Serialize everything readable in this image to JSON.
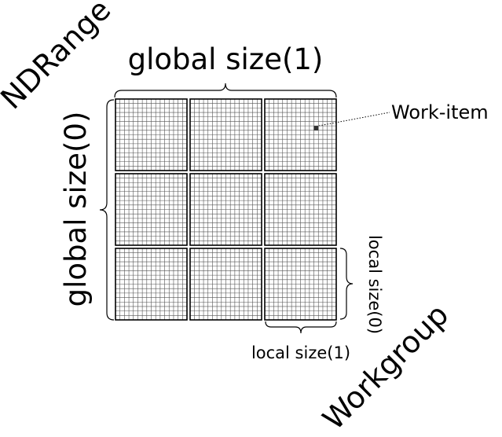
{
  "labels": {
    "ndrange": "NDRange",
    "global_size_1": "global size(1)",
    "global_size_0": "global size(0)",
    "work_item": "Work-item",
    "local_size_0": "local size(0)",
    "local_size_1": "local size(1)",
    "workgroup": "Workgroup"
  },
  "grid": {
    "workgroup_rows": 3,
    "workgroup_cols": 3,
    "cells_per_workgroup_side": 16,
    "highlighted_item": {
      "workgroup_row": 0,
      "workgroup_col": 2,
      "item_row": 6,
      "item_col": 11
    }
  },
  "colors": {
    "line": "#000000",
    "fine_grid": "#555555",
    "highlight": "#333333",
    "background": "#ffffff"
  }
}
